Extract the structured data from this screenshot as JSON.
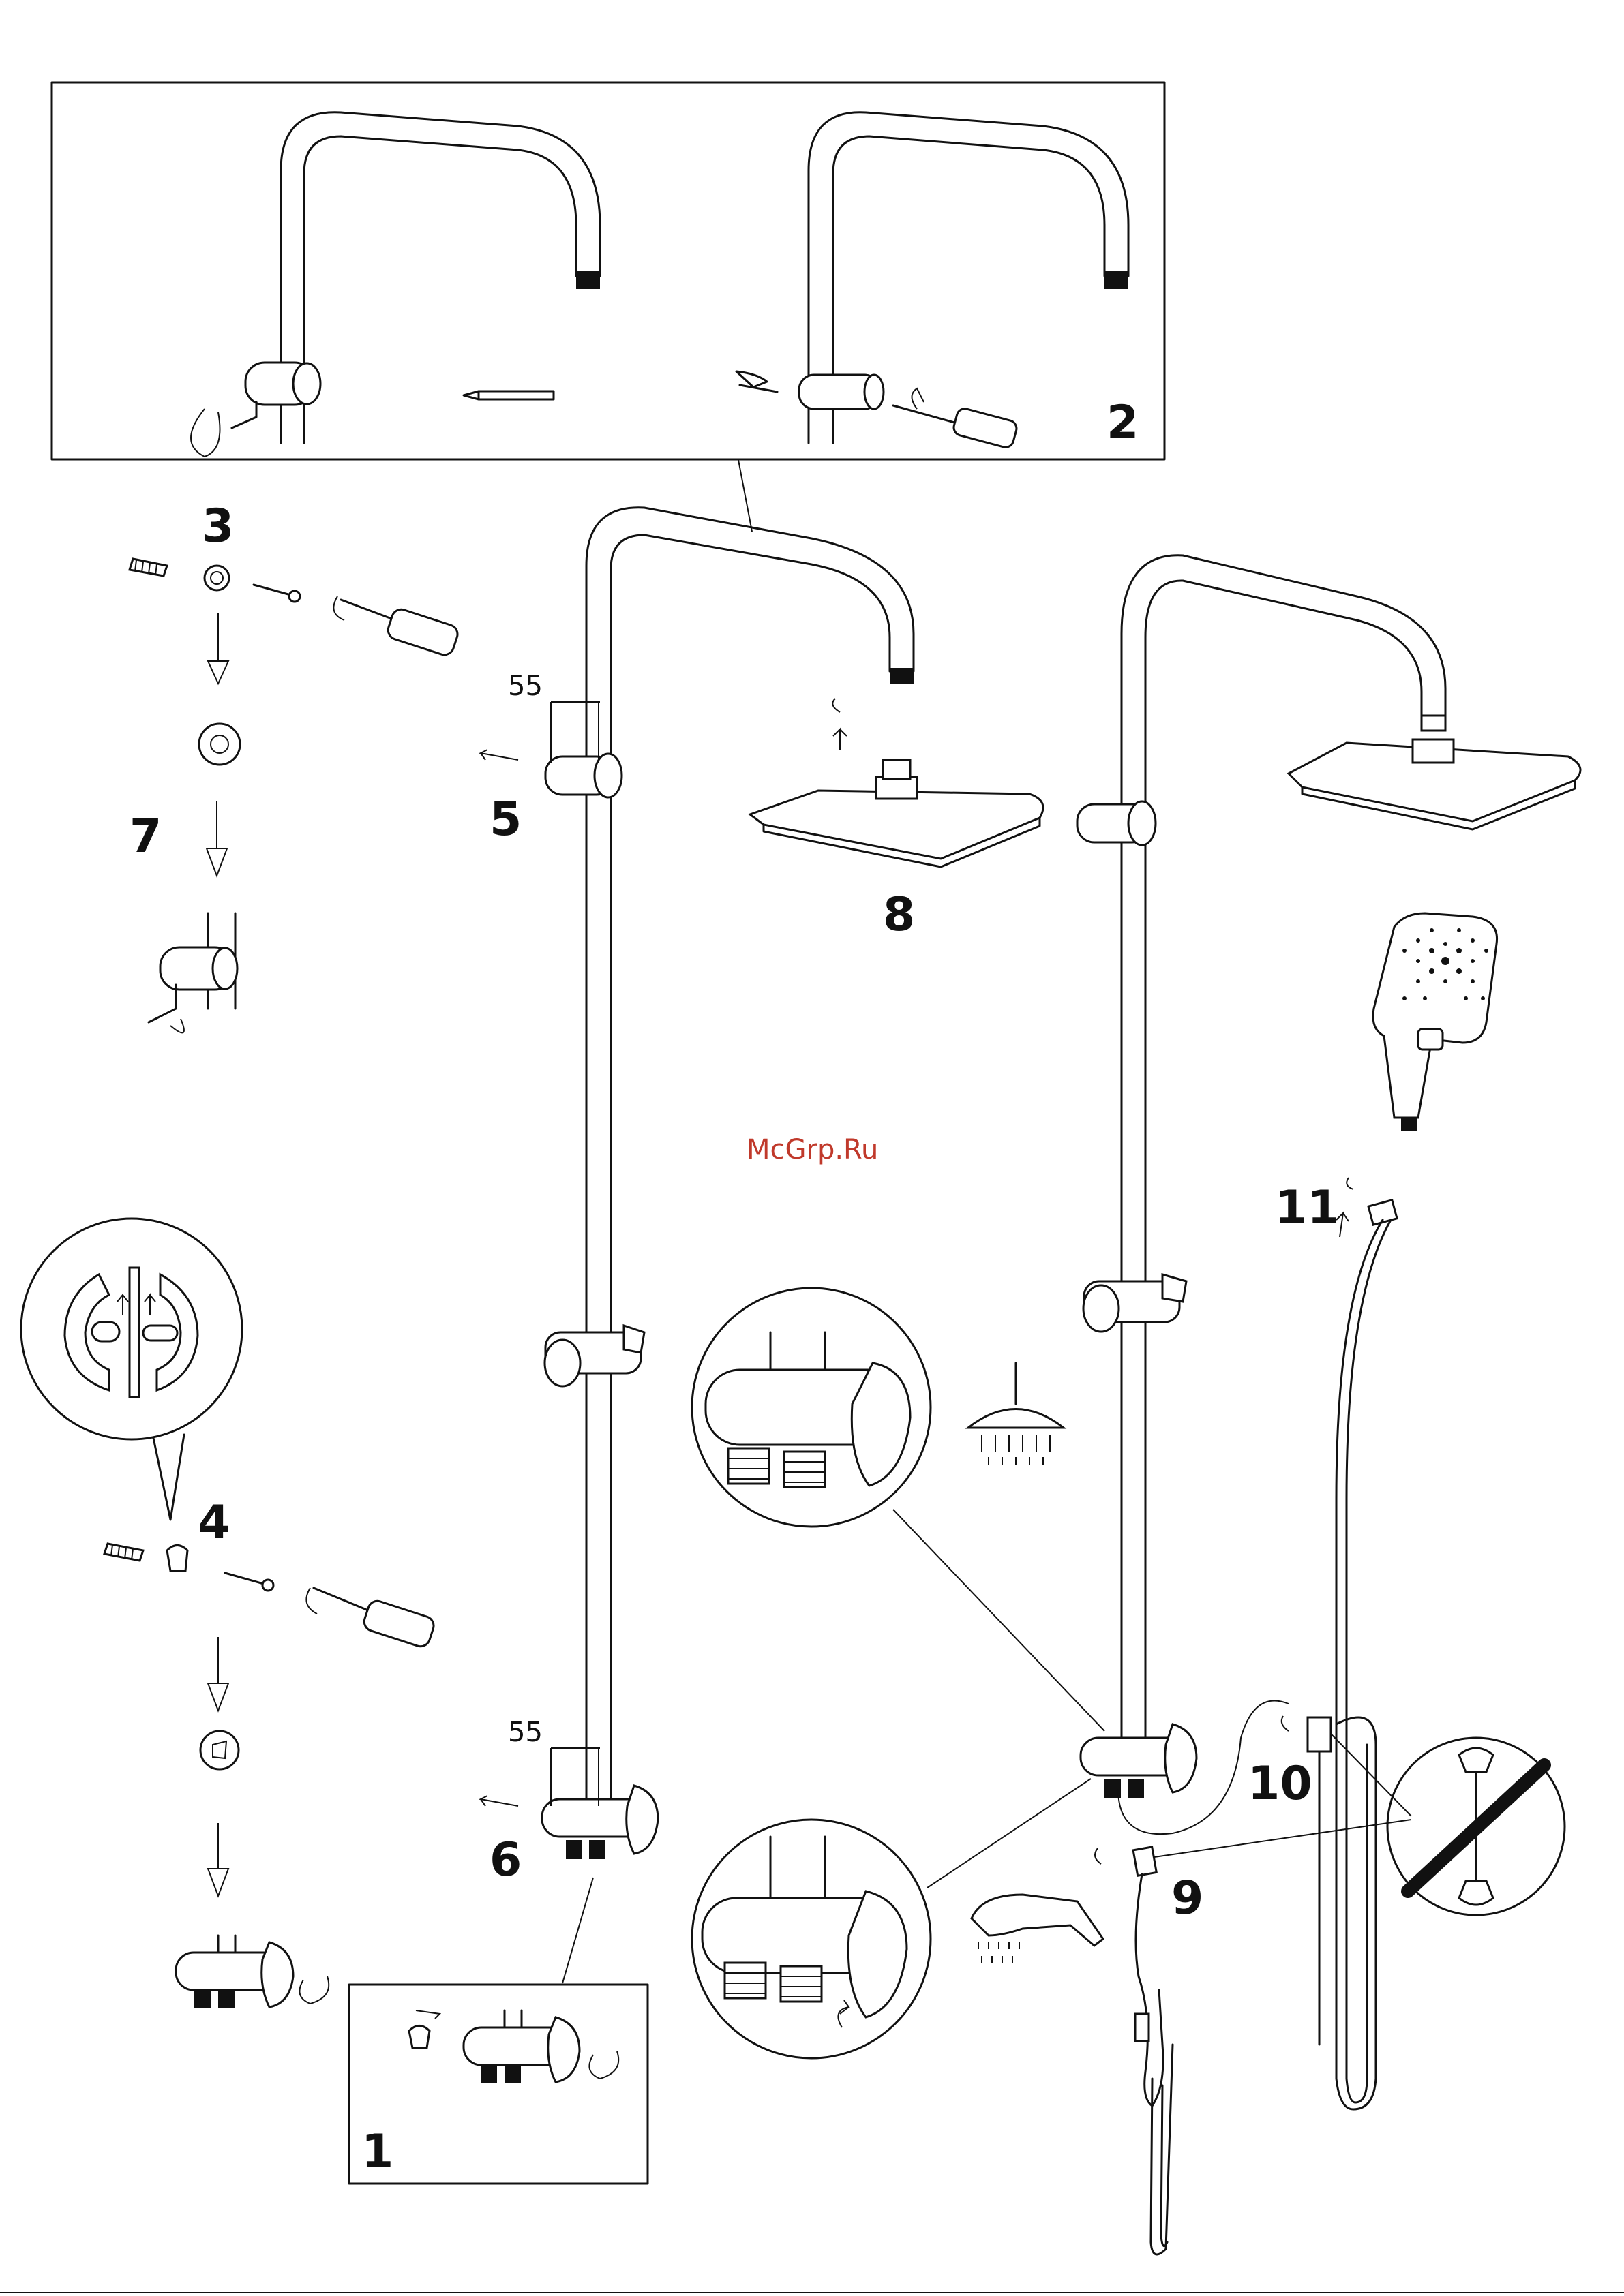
{
  "steps": {
    "s1": "1",
    "s2": "2",
    "s3": "3",
    "s4": "4",
    "s5": "5",
    "s6": "6",
    "s7": "7",
    "s8": "8",
    "s9": "9",
    "s10": "10",
    "s11": "11"
  },
  "dimensions": {
    "upper": "55",
    "lower": "55"
  },
  "watermark": "McGrp.Ru",
  "icons": [
    "screwdriver-icon",
    "wall-plug-icon",
    "screw-icon",
    "rotate-arrow-icon",
    "rain-shower-icon",
    "hand-shower-icon",
    "wrench-prohibited-icon"
  ],
  "colors": {
    "line": "#111111",
    "watermark": "#c0392b",
    "background": "#ffffff"
  }
}
